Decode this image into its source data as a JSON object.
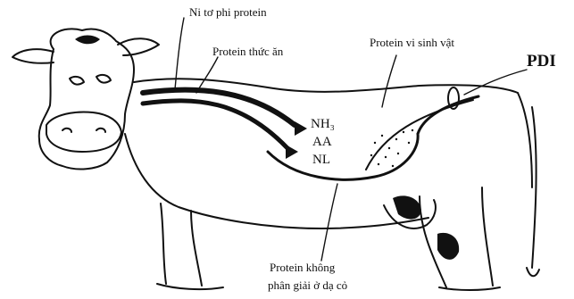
{
  "labels": {
    "npn": "Ni tơ phi protein",
    "feed_protein": "Protein thức ăn",
    "microbial_protein": "Protein vi sinh vật",
    "pdi": "PDI",
    "nh3": "NH₃",
    "aa": "AA",
    "nl": "NL",
    "undegraded_line1": "Protein không",
    "undegraded_line2": "phân giải ở dạ cỏ"
  },
  "colors": {
    "ink": "#111111",
    "background": "#ffffff"
  }
}
